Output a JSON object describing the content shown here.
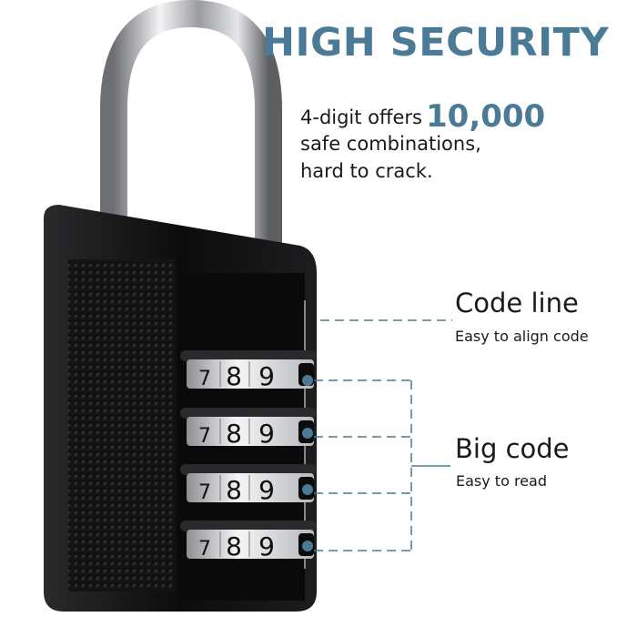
{
  "headline": "HIGH SECURITY",
  "description": {
    "line1_prefix": "4-digit offers",
    "highlight": "10,000",
    "line2": "safe combinations,",
    "line3": "hard to crack."
  },
  "callouts": [
    {
      "title": "Code line",
      "subtitle": "Easy to align code"
    },
    {
      "title": "Big code",
      "subtitle": "Easy to read"
    }
  ],
  "dials": [
    {
      "digits": [
        "7",
        "8",
        "9"
      ]
    },
    {
      "digits": [
        "7",
        "8",
        "9"
      ]
    },
    {
      "digits": [
        "7",
        "8",
        "9"
      ]
    },
    {
      "digits": [
        "7",
        "8",
        "9"
      ]
    }
  ],
  "colors": {
    "accent": "#4a7a96",
    "body": "#111111",
    "text": "#1a1a1a"
  }
}
